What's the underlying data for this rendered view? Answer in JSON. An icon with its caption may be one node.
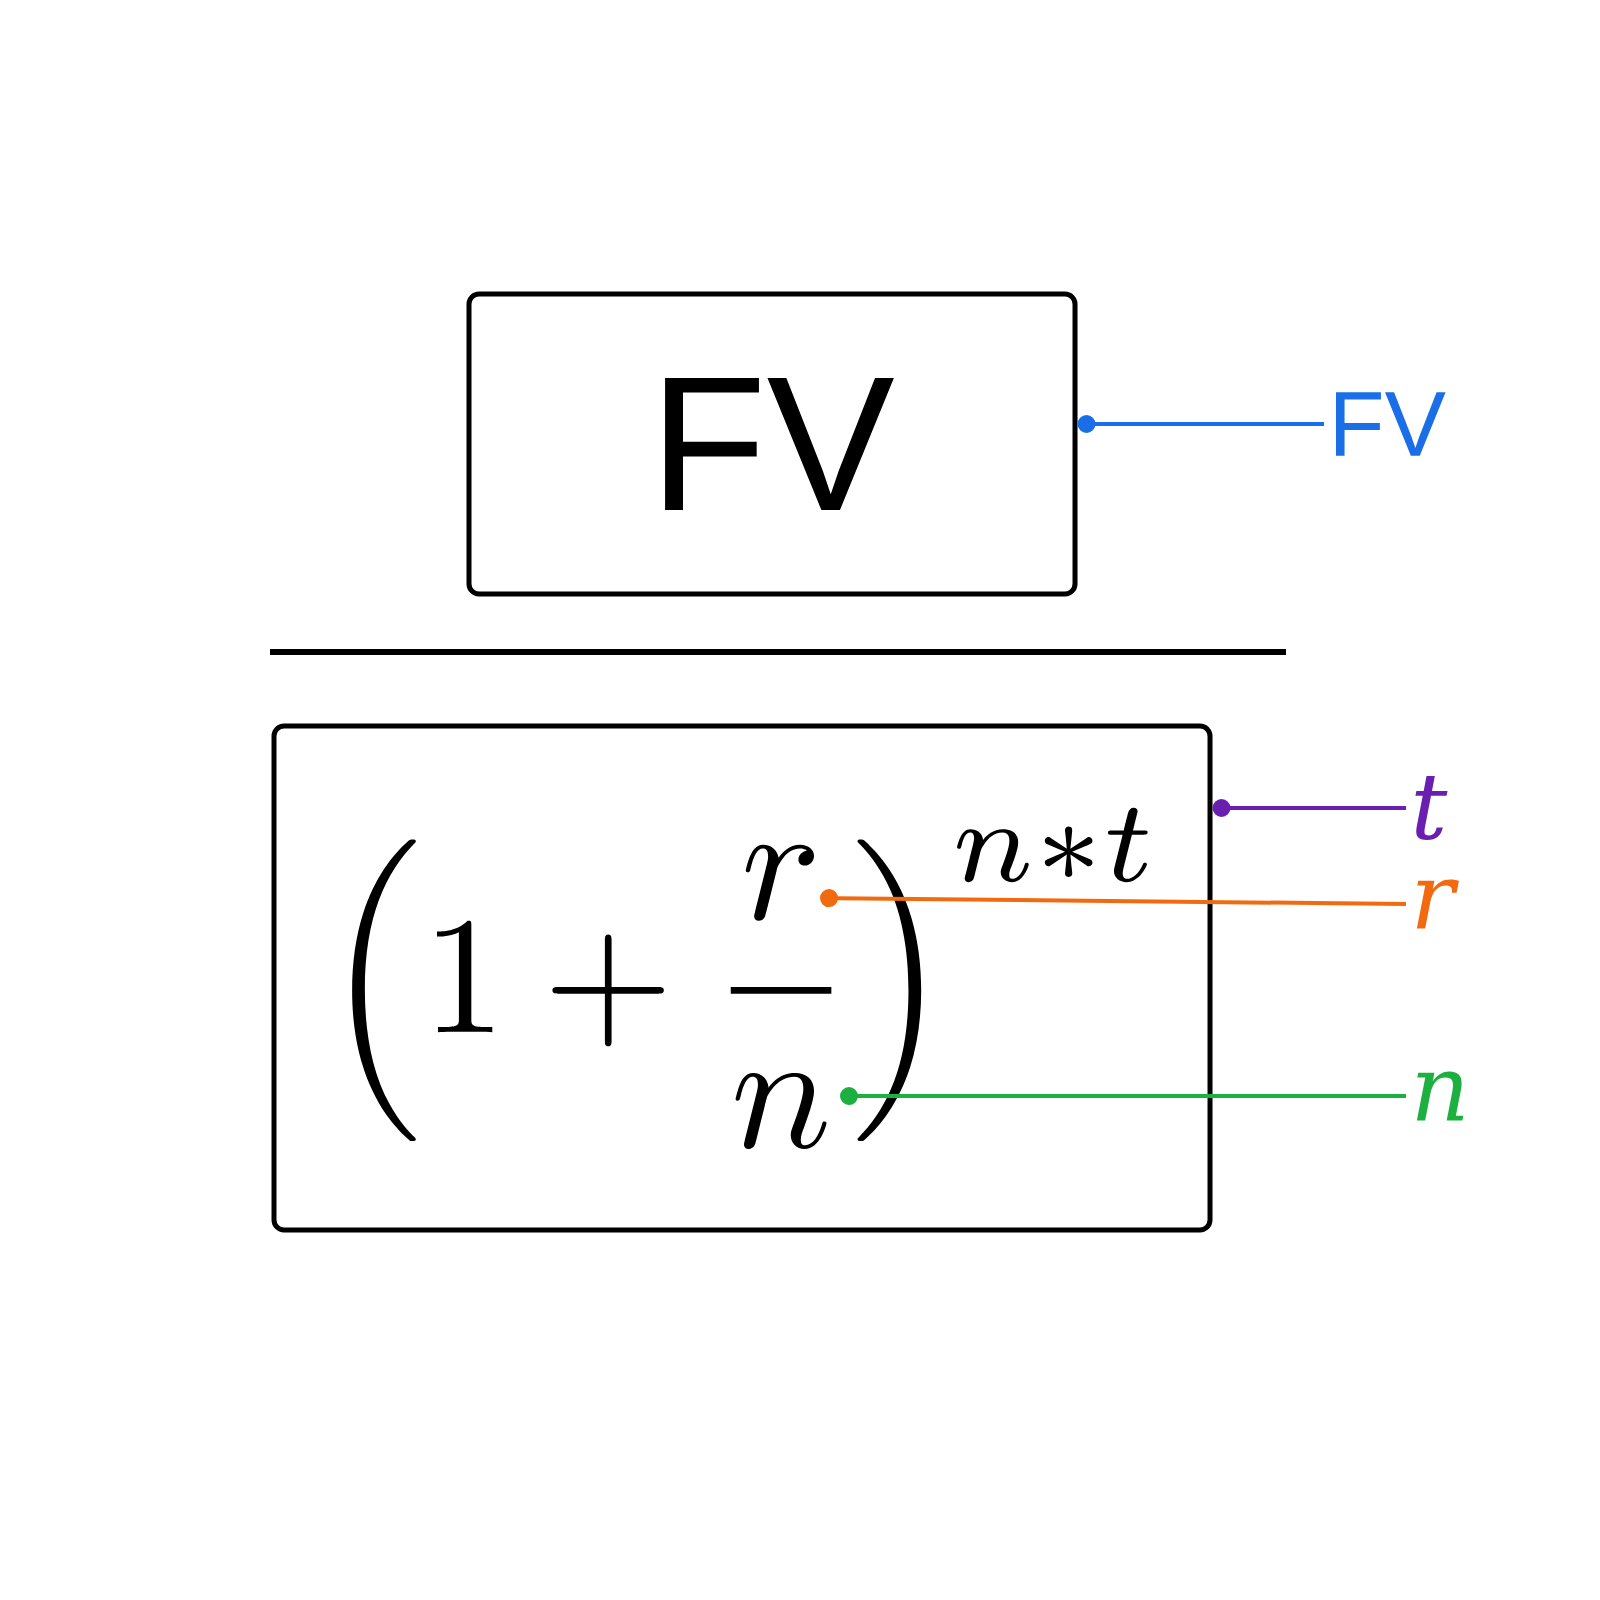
{
  "diagram": {
    "nodes": [
      {
        "text": [
          "FV"
        ]
      },
      {
        "text": [
          "\\left(1+\\frac{r}{n}\\right)^{n*t}"
        ]
      },
      {
        "text": [
          "FV"
        ]
      },
      {
        "text": [
          "t"
        ]
      },
      {
        "text": [
          "r"
        ]
      },
      {
        "text": [
          "n"
        ]
      }
    ],
    "edges": [
      {
        "from": 2,
        "to": 0,
        "arrow": "other",
        "color": "#1a6fe8"
      },
      {
        "from": 3,
        "to": 1,
        "arrow": "other",
        "color": "#6a1fb0"
      },
      {
        "from": 4,
        "to": 1,
        "arrow": "other",
        "color": "#f26a10"
      },
      {
        "from": 5,
        "to": 1,
        "arrow": "other",
        "color": "#1db040"
      }
    ]
  }
}
